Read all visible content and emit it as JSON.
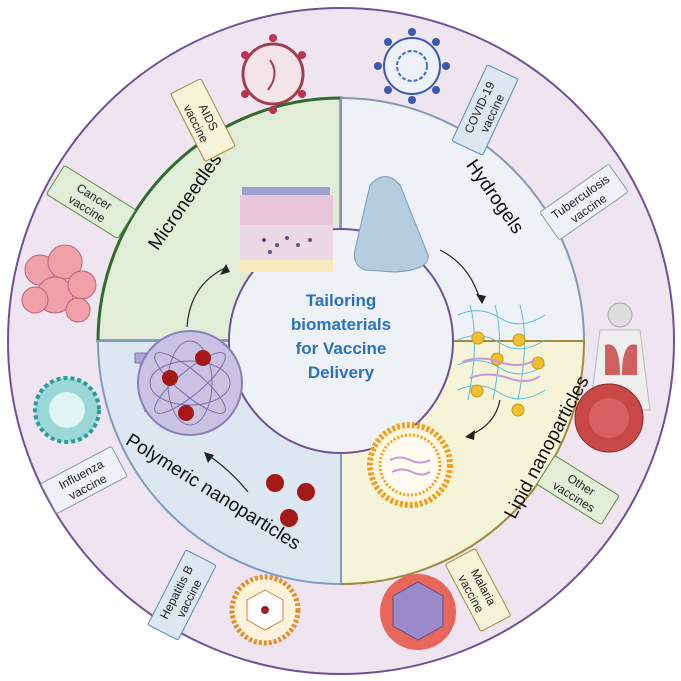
{
  "center": {
    "lines": [
      "Tailoring",
      "biomaterials",
      "for Vaccine",
      "Delivery"
    ]
  },
  "sections": {
    "microneedles": "Microneedles",
    "hydrogels": "Hydrogels",
    "lipid": "Lipid nanoparticles",
    "polymeric": "Polymeric nanoparticles"
  },
  "vaccines": {
    "aids": [
      "AIDS",
      "vaccine"
    ],
    "covid": [
      "COVID-19",
      "vaccine"
    ],
    "tuberculosis": [
      "Tuberculosis",
      "vaccine"
    ],
    "cancer": [
      "Cancer",
      "vaccine"
    ],
    "influenza": [
      "Influenza",
      "vaccine"
    ],
    "hepatitis": [
      "Hepatitis B",
      "vaccine"
    ],
    "malaria": [
      "Malaria",
      "vaccine"
    ],
    "other": [
      "Other",
      "vaccines"
    ]
  },
  "colors": {
    "outer_ring": "#efe5f1",
    "outer_border": "#6f5296",
    "microneedles_fill": "#e2edd8",
    "microneedles_border": "#2f6a2f",
    "hydrogels_fill": "#eef2f6",
    "hydrogels_border": "#8697b5",
    "lipid_fill": "#f6f4d8",
    "lipid_border": "#a08a3e",
    "polymeric_fill": "#dde7f2",
    "polymeric_border": "#7f9cc2",
    "center_text": "#2a72bf"
  }
}
